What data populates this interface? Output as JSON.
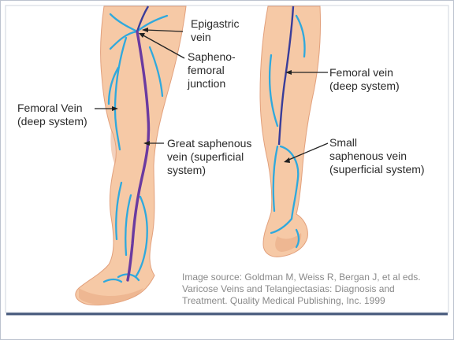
{
  "labels": {
    "epigastric": [
      "Epigastric",
      "vein"
    ],
    "saphenofemoral": [
      "Sapheno-",
      "femoral",
      "junction"
    ],
    "femoral_left": [
      "Femoral Vein",
      "(deep system)"
    ],
    "great_saphenous": [
      "Great saphenous",
      "vein (superficial",
      "system)"
    ],
    "femoral_right": [
      "Femoral vein",
      "(deep system)"
    ],
    "small_saphenous": [
      "Small",
      "saphenous vein",
      "(superficial system)"
    ]
  },
  "credit": [
    "Image source: Goldman M, Weiss R, Bergan J, et al eds.",
    "Varicose Veins and Telangiectasias: Diagnosis and",
    "Treatment. Quality Medical Publishing, Inc. 1999"
  ],
  "colors": {
    "skin": "#f6c9a6",
    "skin_shadow": "#e9ac86",
    "superficial_vein": "#2fa9dd",
    "deep_vein": "#3a3d9a",
    "great_saphenous": "#6b3aa0",
    "frame_border": "#44577a"
  }
}
